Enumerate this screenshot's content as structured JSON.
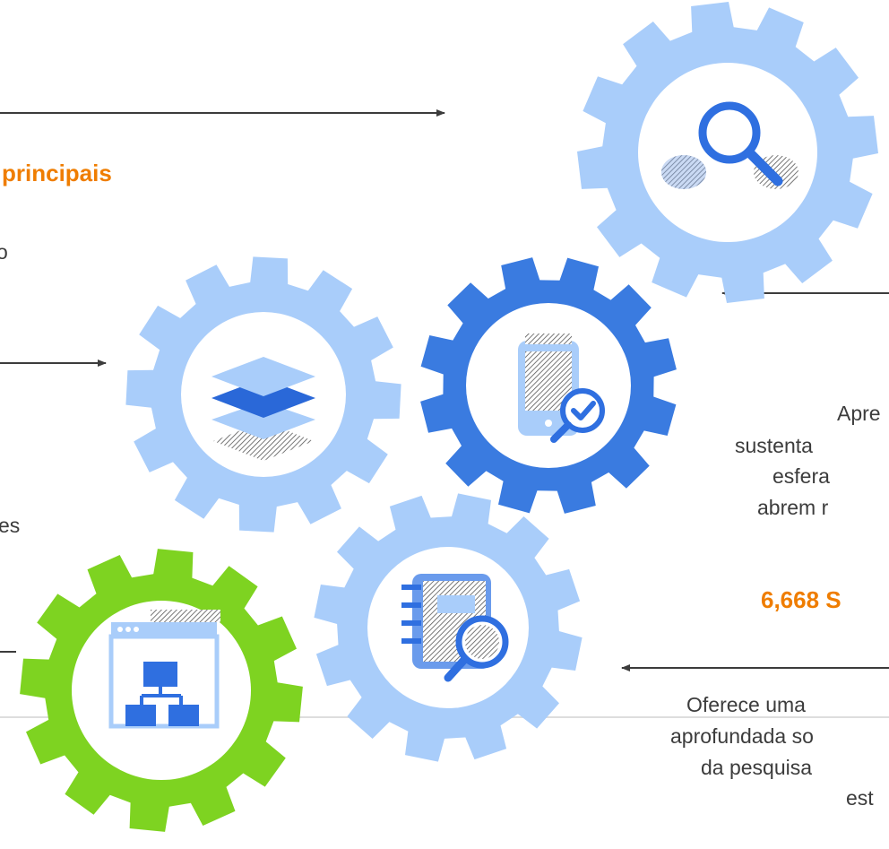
{
  "texts": {
    "heading_fragment": "principais",
    "left_fragment_1": "o",
    "left_fragment_2": "es",
    "right_block_1": [
      "Apre",
      "sustenta",
      "esfera",
      "abrem r"
    ],
    "right_stat": "6,668 S",
    "right_block_2": [
      "Oferece uma",
      "aprofundada so",
      "da pesquisa",
      "est"
    ]
  },
  "colors": {
    "orange": "#ef7d00",
    "light_gear": "#a9cdfa",
    "dark_gear": "#3a7be0",
    "green_gear": "#7ed321",
    "arrow": "#3c3c3c"
  },
  "icons": {
    "gear_top_right": "search-icon",
    "gear_left": "layers-icon",
    "gear_middle": "mobile-check-icon",
    "gear_center": "notebook-search-icon",
    "gear_bottom_left": "sitemap-window-icon"
  }
}
